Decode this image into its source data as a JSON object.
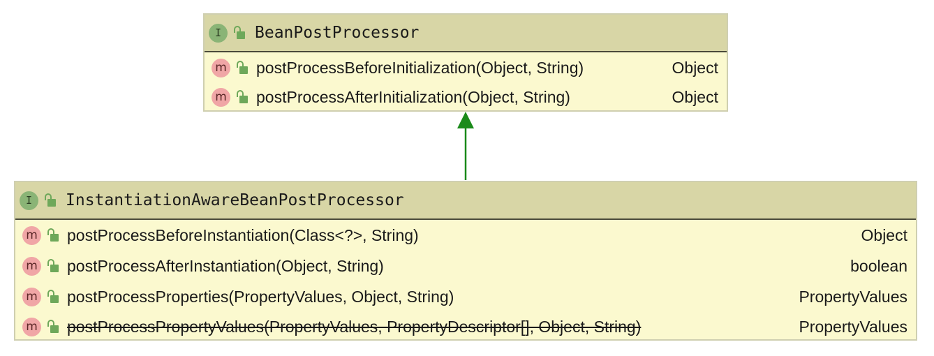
{
  "parent": {
    "name": "BeanPostProcessor",
    "badge": "I",
    "methods": [
      {
        "badge": "m",
        "signature": "postProcessBeforeInitialization(Object, String)",
        "type": "Object"
      },
      {
        "badge": "m",
        "signature": "postProcessAfterInitialization(Object, String)",
        "type": "Object"
      }
    ]
  },
  "child": {
    "name": "InstantiationAwareBeanPostProcessor",
    "badge": "I",
    "methods": [
      {
        "badge": "m",
        "signature": "postProcessBeforeInstantiation(Class<?>, String)",
        "type": "Object"
      },
      {
        "badge": "m",
        "signature": "postProcessAfterInstantiation(Object, String)",
        "type": "boolean"
      },
      {
        "badge": "m",
        "signature": "postProcessProperties(PropertyValues, Object, String)",
        "type": "PropertyValues"
      },
      {
        "badge": "m",
        "signature": "postProcessPropertyValues(PropertyValues, PropertyDescriptor[], Object, String)",
        "type": "PropertyValues",
        "deprecated": true
      }
    ]
  },
  "colors": {
    "header": "#d8d6a6",
    "body": "#fbf9cf",
    "arrow": "#1a8a1a",
    "interface_badge": "#8ab476",
    "method_badge": "#f0a6a6",
    "lock": "#6ea85a"
  },
  "icons": {
    "interface": "interface-icon",
    "method": "method-icon",
    "visibility": "public-lock-icon",
    "relation": "extends-arrow-icon"
  }
}
